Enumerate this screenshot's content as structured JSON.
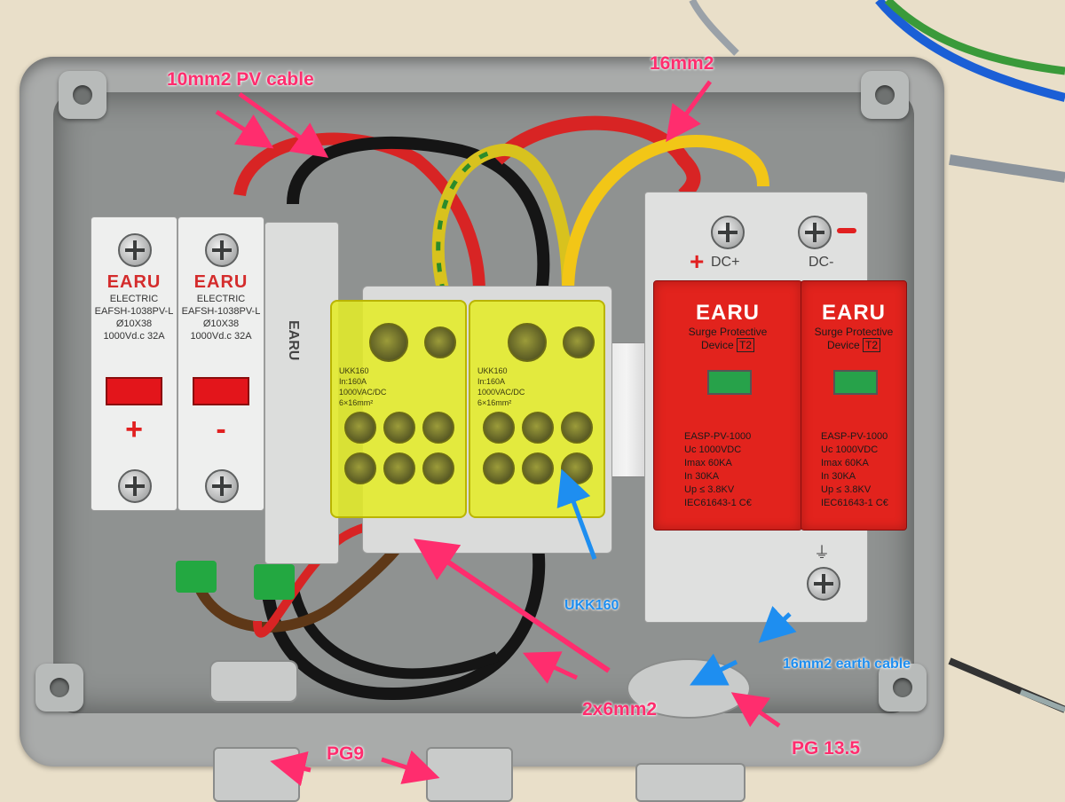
{
  "labels": {
    "pv_cable": "10mm2 PV cable",
    "top_cable": "16mm2",
    "terminal_block": "UKK160",
    "earth_cable": "16mm2 earth cable",
    "branch_cable": "2x6mm2",
    "gland_small": "PG9",
    "gland_large": "PG 13.5"
  },
  "fuse_holders": [
    {
      "brand": "EARU",
      "line1": "ELECTRIC",
      "model": "EAFSH-1038PV-L",
      "size": "Ø10X38",
      "rating": "1000Vd.c 32A",
      "polarity": "+"
    },
    {
      "brand": "EARU",
      "line1": "ELECTRIC",
      "model": "EAFSH-1038PV-L",
      "size": "Ø10X38",
      "rating": "1000Vd.c 32A",
      "polarity": "-"
    }
  ],
  "fuse_side_brand": "EARU",
  "spd": {
    "terminal_plus": "DC+",
    "terminal_minus": "DC-",
    "poles": [
      {
        "brand": "EARU",
        "name1": "Surge Protective",
        "name2": "Device",
        "class": "T2",
        "model": "EASP-PV-1000",
        "uc": "Uc  1000VDC",
        "imax": "Imax  60KA",
        "in": "In  30KA",
        "up": "Up ≤ 3.8KV",
        "std": "IEC61643-1 C€"
      },
      {
        "brand": "EARU",
        "name1": "Surge Protective",
        "name2": "Device",
        "class": "T2",
        "model": "EASP-PV-1000",
        "uc": "Uc  1000VDC",
        "imax": "Imax  60KA",
        "in": "In  30KA",
        "up": "Up ≤ 3.8KV",
        "std": "IEC61643-1 C€"
      }
    ]
  },
  "terminal_blocks": [
    {
      "model": "UKK160",
      "spec1": "In:160A",
      "spec2": "1000VAC/DC",
      "spec3": "6×16mm²"
    },
    {
      "model": "UKK160",
      "spec1": "In:160A",
      "spec2": "1000VAC/DC",
      "spec3": "6×16mm²"
    }
  ],
  "colors": {
    "arrow_pink": "#ff2d6e",
    "arrow_blue": "#1e8ef0",
    "enclosure": "#a9abaa",
    "spd_red": "#e2231d",
    "terminal_yellow": "#e4ec28"
  }
}
